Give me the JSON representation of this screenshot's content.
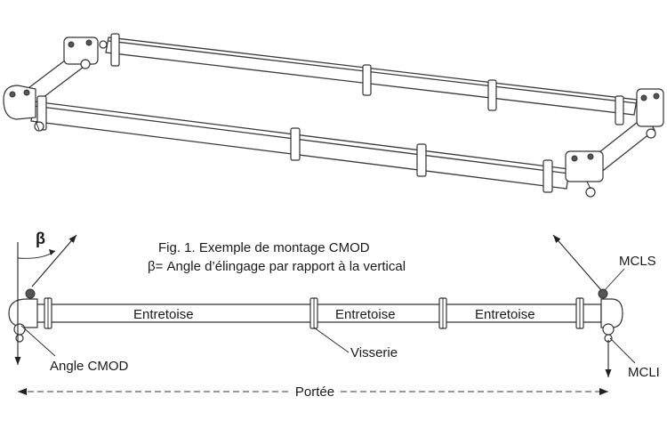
{
  "caption": {
    "line1": "Fig. 1. Exemple de montage CMOD",
    "line2": "β=  Angle d’élingage  par rapport à la vertical"
  },
  "labels": {
    "beta": "β",
    "spacer_1": "Entretoise",
    "spacer_2": "Entretoise",
    "spacer_3": "Entretoise",
    "hardware": "Visserie",
    "angle": "Angle CMOD",
    "upper_lug": "MCLS",
    "lower_lug": "MCLI",
    "span": "Portée"
  }
}
